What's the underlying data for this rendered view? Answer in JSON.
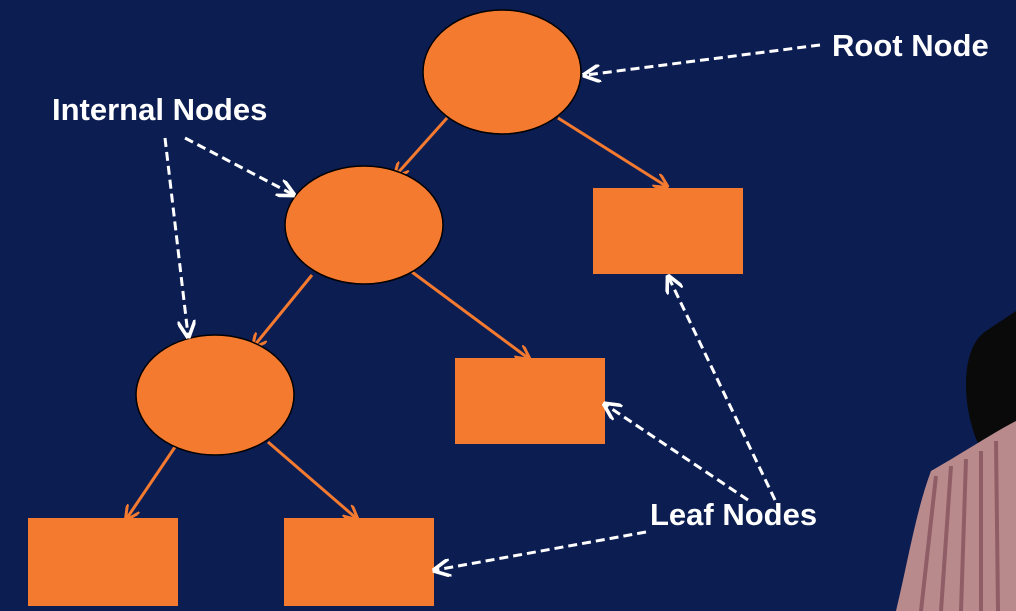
{
  "diagram": {
    "labels": {
      "root": "Root Node",
      "internal": "Internal Nodes",
      "leaf": "Leaf Nodes"
    },
    "colors": {
      "background": "#0c1d52",
      "node_fill": "#f47a30",
      "edge": "#f47a30",
      "node_outline": "#000000",
      "pointer": "#ffffff",
      "label": "#ffffff"
    },
    "node_kinds": {
      "internal_shape": "ellipse",
      "leaf_shape": "rectangle"
    }
  }
}
